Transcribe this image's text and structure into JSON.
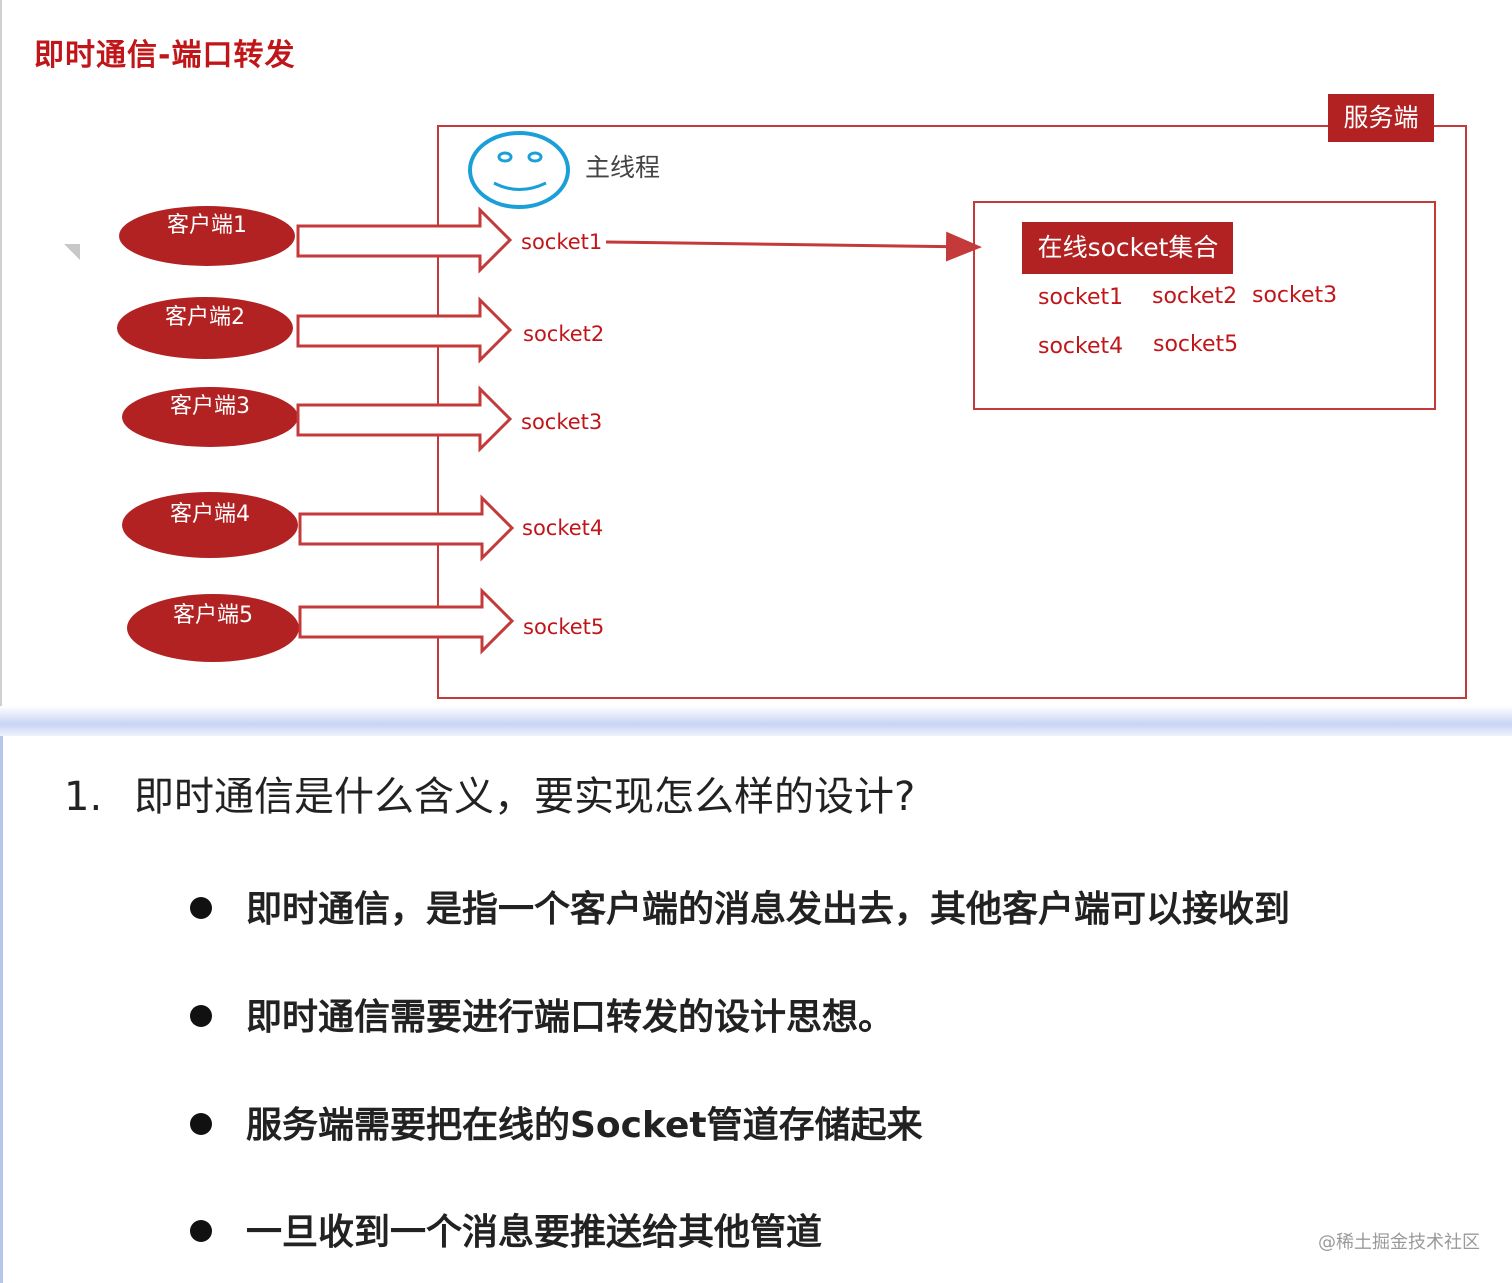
{
  "slide": {
    "title": "即时通信-端口转发",
    "server_label": "服务端",
    "main_thread_label": "主线程",
    "collection_label": "在线socket集合",
    "clients": [
      "客户端1",
      "客户端2",
      "客户端3",
      "客户端4",
      "客户端5"
    ],
    "sockets": [
      "socket1",
      "socket2",
      "socket3",
      "socket4",
      "socket5"
    ],
    "collection_items": [
      [
        "socket1",
        "socket2",
        "socket3"
      ],
      [
        "socket4",
        "socket5"
      ]
    ],
    "colors": {
      "accent": "#b22222",
      "title": "#c0161a",
      "border": "#c43a3a",
      "smiley": "#1a9fd8"
    }
  },
  "notes": {
    "question_number": "1.",
    "question": "即时通信是什么含义，要实现怎么样的设计?",
    "bullets": [
      "即时通信，是指一个客户端的消息发出去，其他客户端可以接收到",
      "即时通信需要进行端口转发的设计思想。",
      "服务端需要把在线的Socket管道存储起来",
      "一旦收到一个消息要推送给其他管道"
    ]
  },
  "watermark": "@稀土掘金技术社区"
}
